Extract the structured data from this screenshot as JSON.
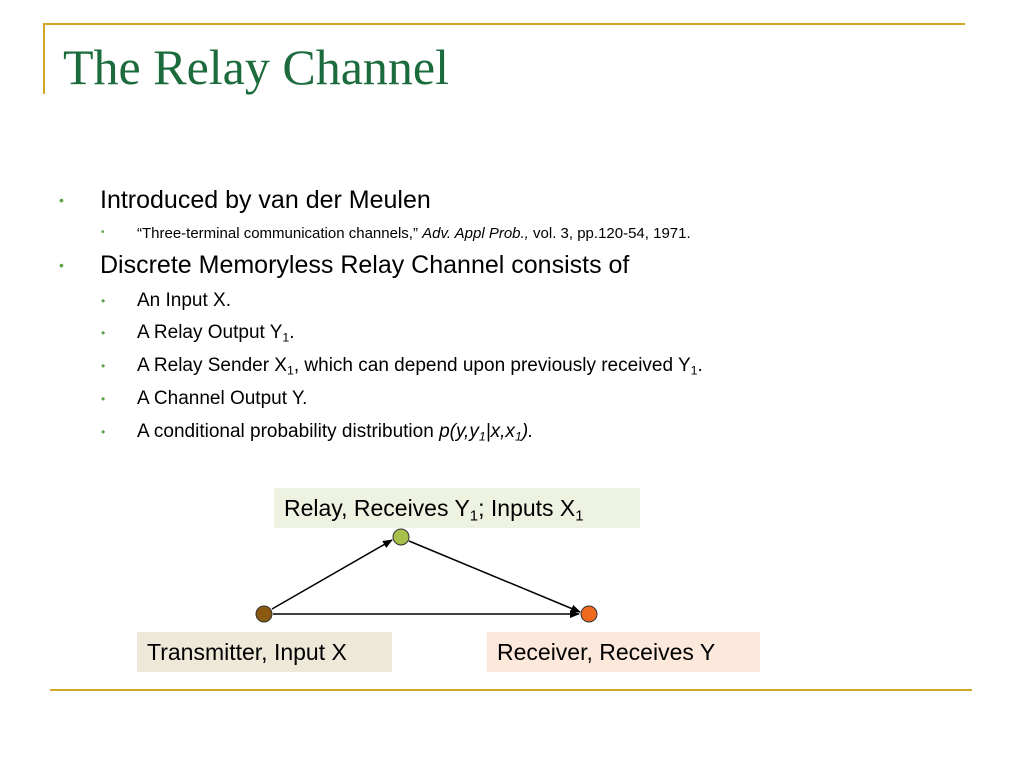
{
  "slide": {
    "title": "The Relay Channel"
  },
  "bullets": {
    "b1": {
      "text": "Introduced by van der Meulen"
    },
    "b1a": {
      "quote": "“Three-terminal communication channels,” ",
      "journal": "Adv. Appl Prob.,",
      "rest": " vol. 3, pp.120-54, 1971."
    },
    "b2": {
      "text": "Discrete Memoryless Relay Channel consists of"
    },
    "b2a": {
      "text": "An Input X."
    },
    "b2b": {
      "pre": "A Relay Output Y",
      "sub": "1",
      "post": "."
    },
    "b2c": {
      "pre": "A Relay Sender X",
      "sub1": "1",
      "mid": ", which can depend upon previously received Y",
      "sub2": "1",
      "post": "."
    },
    "b2d": {
      "text": "A Channel Output Y."
    },
    "b2e": {
      "pre": "A conditional probability distribution ",
      "f1": "p(y,y",
      "s1": "1",
      "f2": "|x,x",
      "s2": "1",
      "f3": ")."
    }
  },
  "diagram": {
    "relay": {
      "pre": "Relay, Receives Y",
      "sub1": "1",
      "mid": "; Inputs X",
      "sub2": "1"
    },
    "transmitter": {
      "label": "Transmitter, Input X"
    },
    "receiver": {
      "label": "Receiver, Receives Y"
    },
    "colors": {
      "transmitter_node": "#8b5a12",
      "relay_node": "#a7c04a",
      "receiver_node": "#f06a1e",
      "relay_box": "#eef2e0",
      "transmitter_box": "#ede8d8",
      "receiver_box": "#fde8dc"
    }
  },
  "theme": {
    "title_color": "#1b6b3c",
    "bullet_color": "#5ea248",
    "frame_color": "#d4a628"
  }
}
